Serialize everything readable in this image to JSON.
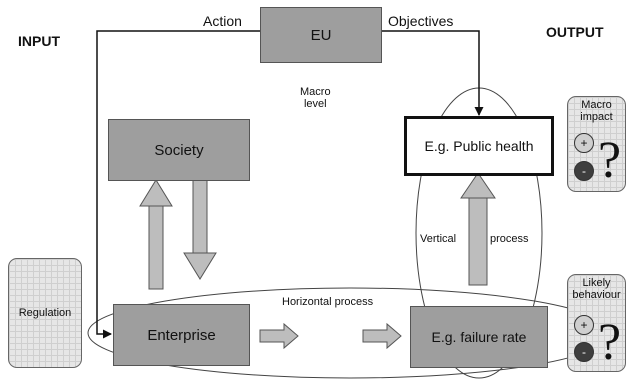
{
  "labels": {
    "input": "INPUT",
    "output": "OUTPUT",
    "action": "Action",
    "objectives": "Objectives",
    "macro_level": "Macro\nlevel",
    "vertical": "Vertical",
    "process": "process",
    "horizontal_process": "Horizontal process"
  },
  "nodes": {
    "eu": "EU",
    "society": "Society",
    "public_health": "E.g. Public health",
    "regulation": "Regulation",
    "enterprise": "Enterprise",
    "failure_rate": "E.g. failure rate"
  },
  "panels": {
    "macro_impact": {
      "title": "Macro\nimpact",
      "plus": "+",
      "minus": "-",
      "question": "?"
    },
    "likely_behaviour": {
      "title": "Likely\nbehaviour",
      "plus": "+",
      "minus": "-",
      "question": "?"
    }
  },
  "colors": {
    "box_gray": "#9e9e9e",
    "grid_fill": "#e6e6e6",
    "arrow_fill": "#bdbdbd",
    "line": "#111111"
  }
}
